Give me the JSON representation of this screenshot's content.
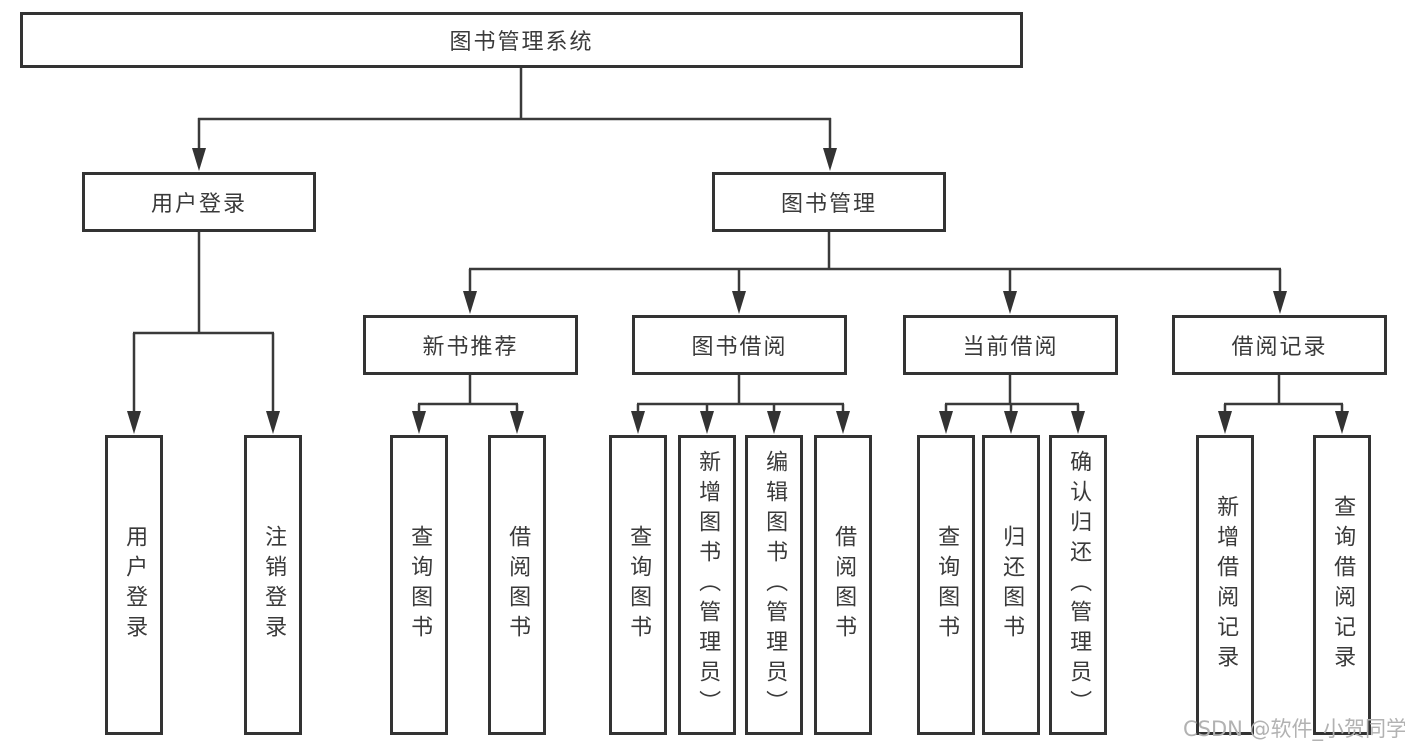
{
  "colors": {
    "line": "#3a3a3a",
    "box_border": "#333333",
    "text": "#3a3a3a",
    "watermark": "#b2b2b2",
    "background": "#ffffff"
  },
  "watermark": {
    "text": "CSDN @软件_小贺同学"
  },
  "diagram": {
    "type": "tree",
    "tree": {
      "label": "图书管理系统",
      "children": [
        {
          "label": "用户登录",
          "children": [
            {
              "label": "用户登录"
            },
            {
              "label": "注销登录"
            }
          ]
        },
        {
          "label": "图书管理",
          "children": [
            {
              "label": "新书推荐",
              "children": [
                {
                  "label": "查询图书"
                },
                {
                  "label": "借阅图书"
                }
              ]
            },
            {
              "label": "图书借阅",
              "children": [
                {
                  "label": "查询图书"
                },
                {
                  "label": "新增图书（管理员）"
                },
                {
                  "label": "编辑图书（管理员）"
                },
                {
                  "label": "借阅图书"
                }
              ]
            },
            {
              "label": "当前借阅",
              "children": [
                {
                  "label": "查询图书"
                },
                {
                  "label": "归还图书"
                },
                {
                  "label": "确认归还（管理员）"
                }
              ]
            },
            {
              "label": "借阅记录",
              "children": [
                {
                  "label": "新增借阅记录"
                },
                {
                  "label": "查询借阅记录"
                }
              ]
            }
          ]
        }
      ]
    }
  }
}
